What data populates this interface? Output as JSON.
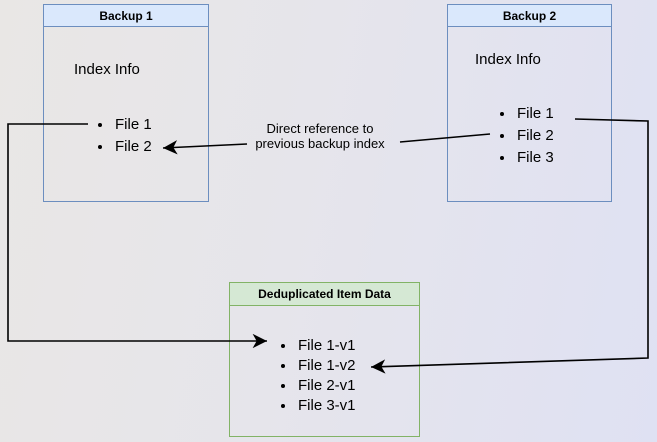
{
  "diagram": {
    "backup1": {
      "title": "Backup 1",
      "index_label": "Index Info",
      "files": [
        "File 1",
        "File 2"
      ]
    },
    "backup2": {
      "title": "Backup 2",
      "index_label": "Index Info",
      "files": [
        "File 1",
        "File 2",
        "File 3"
      ]
    },
    "dedup_store": {
      "title": "Deduplicated Item Data",
      "items": [
        "File 1-v1",
        "File 1-v2",
        "File 2-v1",
        "File 3-v1"
      ]
    },
    "annotation": {
      "line1": "Direct reference to",
      "line2": "previous backup index"
    },
    "colors": {
      "backup_border": "#6c8ebf",
      "backup_header_fill": "#dae8fc",
      "dedup_border": "#82b366",
      "dedup_header_fill": "#d5e8d4",
      "arrow": "#000000",
      "text": "#000000"
    }
  }
}
